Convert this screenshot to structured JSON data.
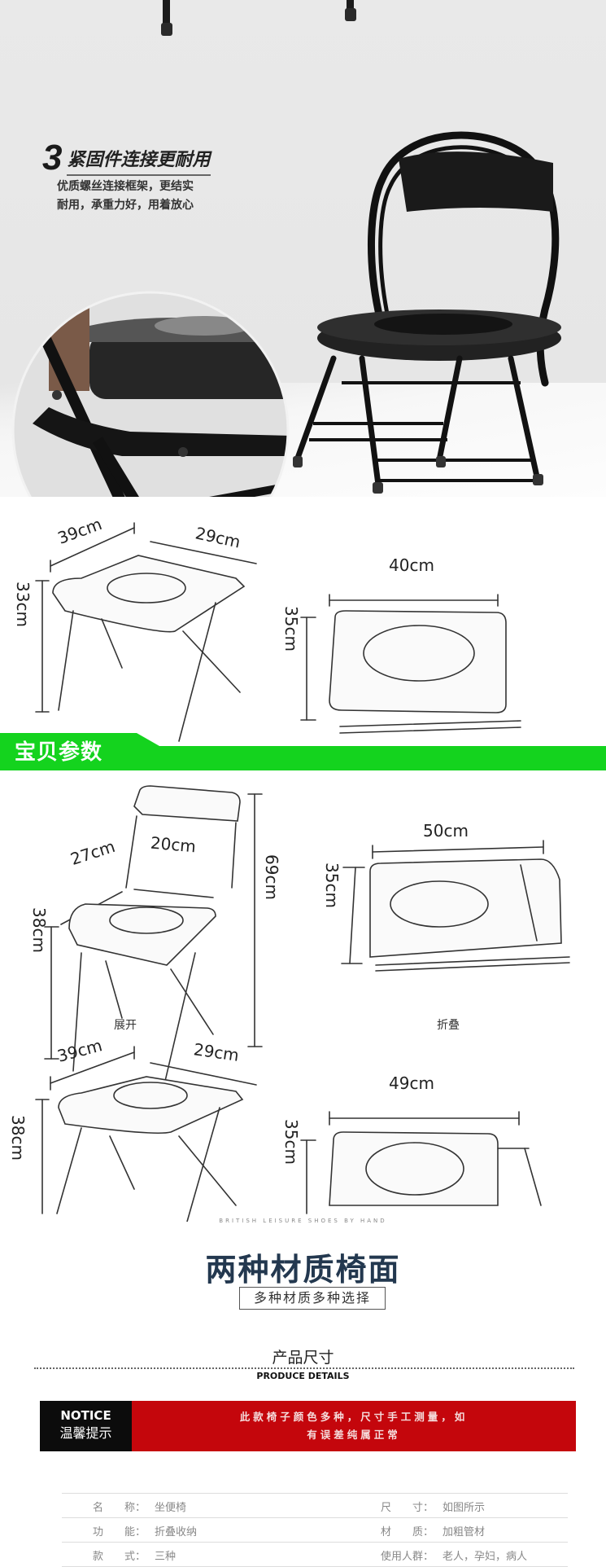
{
  "feature": {
    "number": "3",
    "title": "紧固件连接更耐用",
    "desc_line1": "优质螺丝连接框架，更结实",
    "desc_line2": "耐用，承重力好，用着放心"
  },
  "diagram1": {
    "stool_width": "39cm",
    "stool_depth": "29cm",
    "stool_height": "33cm",
    "folded_width": "40cm",
    "folded_height": "35cm"
  },
  "banner": {
    "label": "宝贝参数",
    "color": "#14d31e"
  },
  "diagram2": {
    "seat_depth": "27cm",
    "hole_width": "20cm",
    "total_height": "69cm",
    "seat_height": "38cm",
    "folded_width": "50cm",
    "folded_height": "35cm"
  },
  "diagram3": {
    "unfold_caption": "展开",
    "fold_caption": "折叠",
    "stool_width": "39cm",
    "stool_depth": "29cm",
    "stool_height": "38cm",
    "folded_width": "49cm",
    "folded_height": "35cm"
  },
  "materials": {
    "eyebrow": "BRITISH LEISURE SHOES BY HAND",
    "title": "两种材质椅面",
    "subtitle": "多种材质多种选择"
  },
  "size_section": {
    "title": "产品尺寸",
    "subtitle": "PRODUCE DETAILS"
  },
  "notice": {
    "en": "NOTICE",
    "cn": "温馨提示",
    "line1": "此款椅子颜色多种，尺寸手工测量，如",
    "line2": "有误差纯属正常",
    "red": "#c4060c"
  },
  "specs": [
    {
      "l_key": "名　　称：",
      "l_val": "坐便椅",
      "r_key": "尺　　寸：",
      "r_val": "如图所示"
    },
    {
      "l_key": "功　　能：",
      "l_val": "折叠收纳",
      "r_key": "材　　质：",
      "r_val": "加粗管材"
    },
    {
      "l_key": "款　　式：",
      "l_val": "三种",
      "r_key": "使用人群：",
      "r_val": "老人，孕妇，病人"
    }
  ]
}
